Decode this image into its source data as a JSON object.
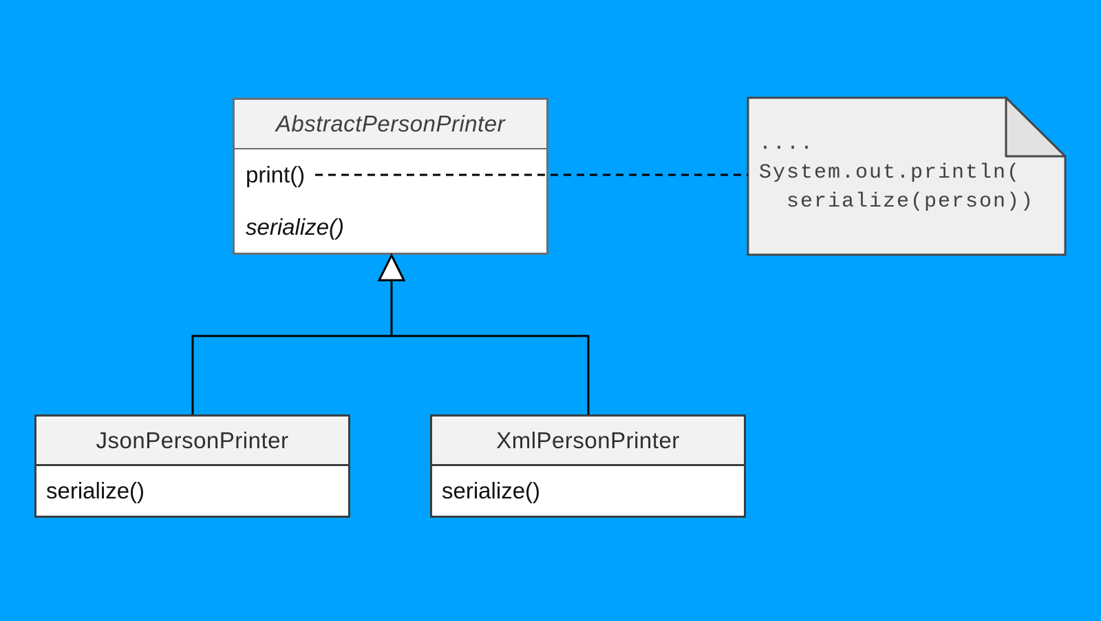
{
  "diagram_type": "uml-class-diagram",
  "colors": {
    "canvas_background": "#00a2ff",
    "class_body_fill": "#ffffff",
    "class_header_fill": "#f2f2f2",
    "abstract_border": "#6b6f72",
    "subclass_border": "#3a3e41",
    "note_fill": "#efefef",
    "note_fold_fill": "#e2e2e2",
    "note_border": "#44484b",
    "connector_color": "#000000"
  },
  "abstract_class": {
    "title": "AbstractPersonPrinter",
    "is_abstract": true,
    "method1": "print()",
    "method2": "serialize()",
    "method2_is_abstract": true
  },
  "json_class": {
    "title": "JsonPersonPrinter",
    "method1": "serialize()"
  },
  "xml_class": {
    "title": "XmlPersonPrinter",
    "method1": "serialize()"
  },
  "note": {
    "line1": "....",
    "line2": "System.out.println(",
    "line3": "  serialize(person))"
  },
  "relationships": [
    {
      "type": "generalization",
      "from": "JsonPersonPrinter",
      "to": "AbstractPersonPrinter"
    },
    {
      "type": "generalization",
      "from": "XmlPersonPrinter",
      "to": "AbstractPersonPrinter"
    },
    {
      "type": "note-attachment",
      "from": "note",
      "to": "AbstractPersonPrinter.print()"
    }
  ]
}
